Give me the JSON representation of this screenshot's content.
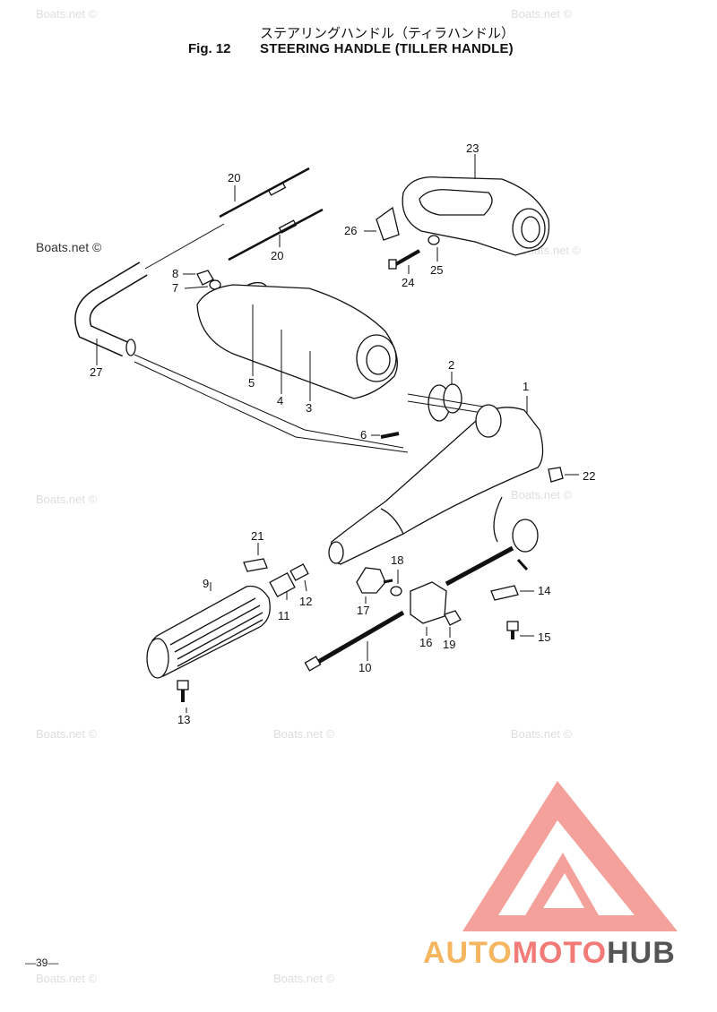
{
  "header": {
    "title_jp": "ステアリングハンドル（ティラハンドル）",
    "fig_label": "Fig. 12",
    "title_en": "STEERING HANDLE (TILLER HANDLE)"
  },
  "watermark": {
    "text": "Boats.net ©"
  },
  "footer": {
    "page_number": "—39—"
  },
  "brand": {
    "part1": "AUTO",
    "part2": "MOTO",
    "part3": "HUB"
  },
  "colors": {
    "logo_triangle": "#f4a19c",
    "logo_auto": "#f5b65f",
    "logo_moto": "#f27b78",
    "logo_hub": "#555555"
  },
  "parts": [
    "1",
    "2",
    "3",
    "4",
    "5",
    "6",
    "7",
    "8",
    "9",
    "10",
    "11",
    "12",
    "13",
    "14",
    "15",
    "16",
    "17",
    "18",
    "19",
    "20",
    "20",
    "21",
    "22",
    "23",
    "24",
    "25",
    "26",
    "27"
  ]
}
